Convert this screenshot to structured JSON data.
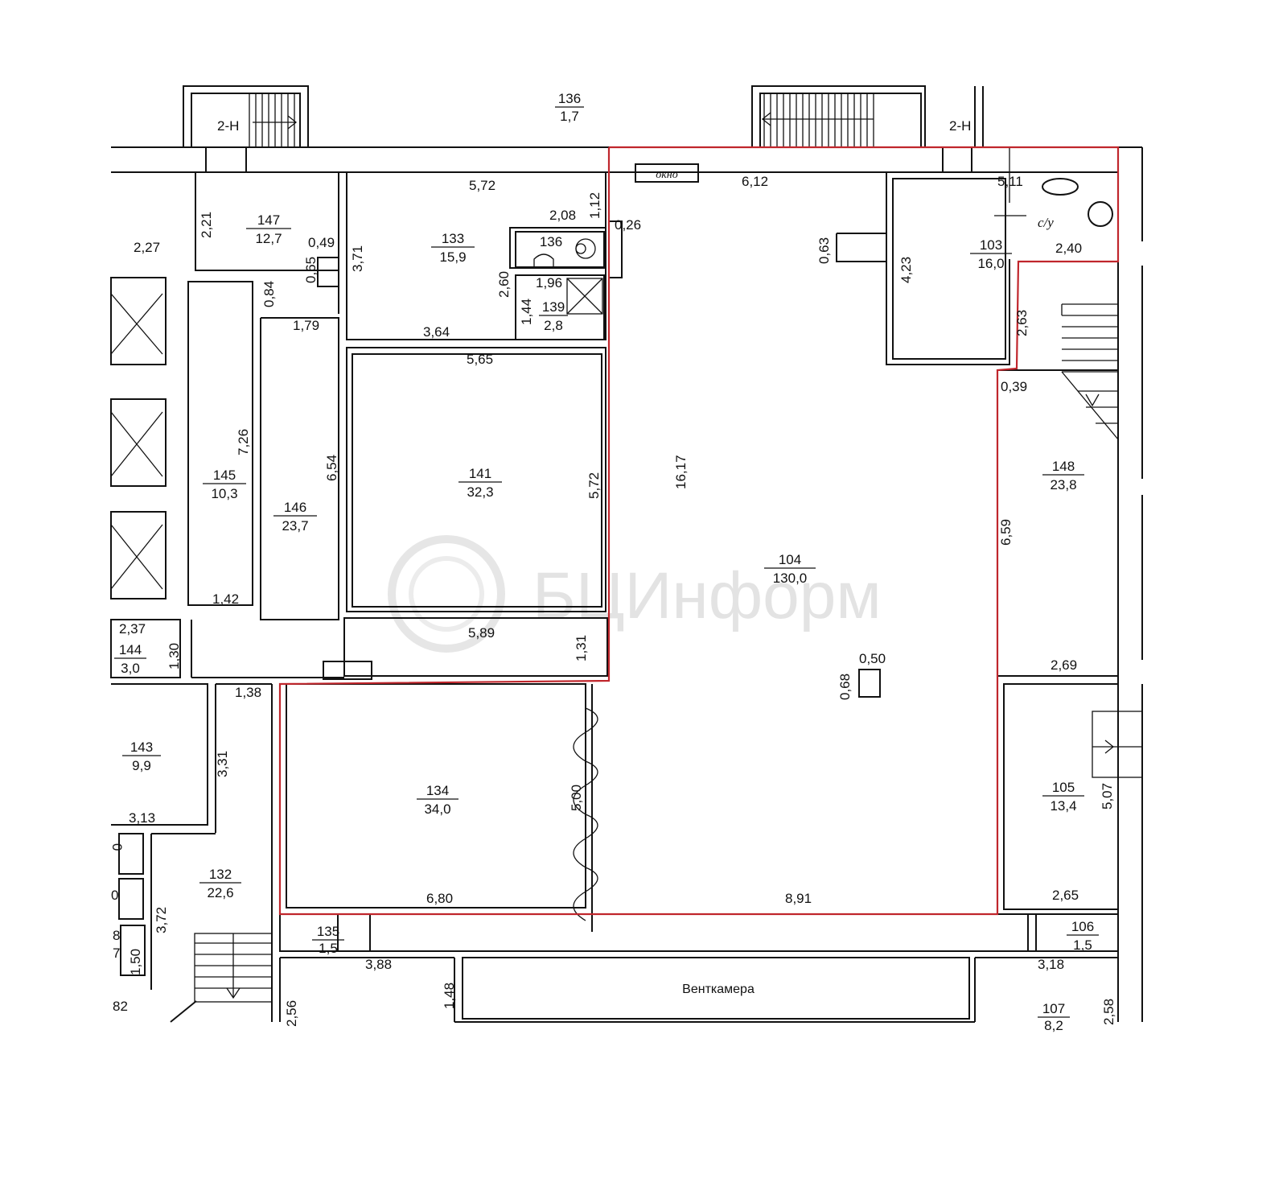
{
  "rooms": [
    {
      "id": "136",
      "num": "136",
      "area": "1,7"
    },
    {
      "id": "147",
      "num": "147",
      "area": "12,7"
    },
    {
      "id": "133",
      "num": "133",
      "area": "15,9"
    },
    {
      "id": "136b",
      "num": "136",
      "area": ""
    },
    {
      "id": "139",
      "num": "139",
      "area": "2,8"
    },
    {
      "id": "103",
      "num": "103",
      "area": "16,0"
    },
    {
      "id": "141",
      "num": "141",
      "area": "32,3"
    },
    {
      "id": "145",
      "num": "145",
      "area": "10,3"
    },
    {
      "id": "146",
      "num": "146",
      "area": "23,7"
    },
    {
      "id": "104",
      "num": "104",
      "area": "130,0"
    },
    {
      "id": "148",
      "num": "148",
      "area": "23,8"
    },
    {
      "id": "144",
      "num": "144",
      "area": "3,0"
    },
    {
      "id": "143",
      "num": "143",
      "area": "9,9"
    },
    {
      "id": "134",
      "num": "134",
      "area": "34,0"
    },
    {
      "id": "105",
      "num": "105",
      "area": "13,4"
    },
    {
      "id": "132",
      "num": "132",
      "area": "22,6"
    },
    {
      "id": "135",
      "num": "135",
      "area": "1,5"
    },
    {
      "id": "106",
      "num": "106",
      "area": "1,5"
    },
    {
      "id": "107",
      "num": "107",
      "area": "8,2"
    }
  ],
  "dimensions": [
    "5,72",
    "6,12",
    "5,11",
    "1,12",
    "2,08",
    "0,26",
    "2,21",
    "2,27",
    "0,49",
    "0,65",
    "3,71",
    "0,63",
    "4,23",
    "2,40",
    "2,60",
    "1,96",
    "1,44",
    "0,84",
    "1,79",
    "3,64",
    "5,65",
    "2,63",
    "0,39",
    "7,26",
    "6,54",
    "16,17",
    "5,72",
    "6,59",
    "1,42",
    "2,37",
    "1,30",
    "5,89",
    "1,31",
    "0,50",
    "0,68",
    "2,69",
    "1,38",
    "3,31",
    "5,00",
    "5,07",
    "3,13",
    "3,72",
    "6,80",
    "8,91",
    "2,65",
    "1,50",
    "3,88",
    "1,48",
    "3,18",
    "2,56",
    "2,58",
    "82",
    "8",
    "7",
    "0",
    "0"
  ],
  "labels": {
    "stairs_left": "2-Н",
    "stairs_right": "2-Н",
    "window": "окно",
    "wc": "с/у",
    "ventchamber": "Венткамера"
  },
  "watermark": "БЦИнформ",
  "colors": {
    "lines": "#111111",
    "highlight": "#c0262c",
    "watermark": "#e3e3e3"
  }
}
